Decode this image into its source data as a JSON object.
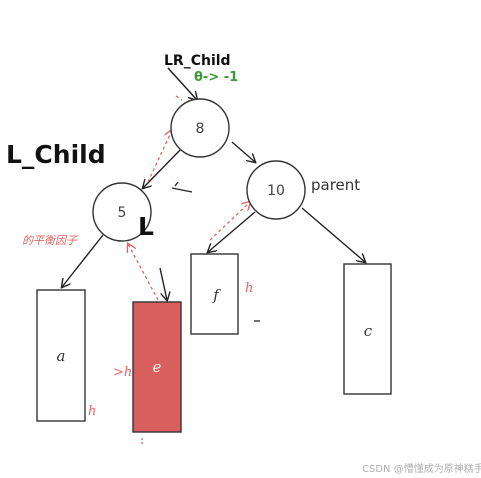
{
  "labels": {
    "lr_child": "LR_Child",
    "theta": "θ-> -1",
    "l_child": "L_Child",
    "l_mark": "L",
    "parent": "parent",
    "balance_factor": "的平衡因子",
    "h_f": "h",
    "h_e": ">h",
    "h_a": "h",
    "watermark": "CSDN @懵懂成为原神糕手"
  },
  "nodes": [
    {
      "id": "n8",
      "label": "8"
    },
    {
      "id": "n10",
      "label": "10"
    },
    {
      "id": "n5",
      "label": "5"
    }
  ],
  "subtrees": [
    {
      "id": "a",
      "label": "a"
    },
    {
      "id": "e",
      "label": "e"
    },
    {
      "id": "f",
      "label": "f"
    },
    {
      "id": "c",
      "label": "c"
    }
  ],
  "colors": {
    "subtree_e_fill": "#d95f5f",
    "dashed_arrow": "#e06666",
    "theta_text": "#3a9a3a",
    "balance_text": "#e06666"
  }
}
